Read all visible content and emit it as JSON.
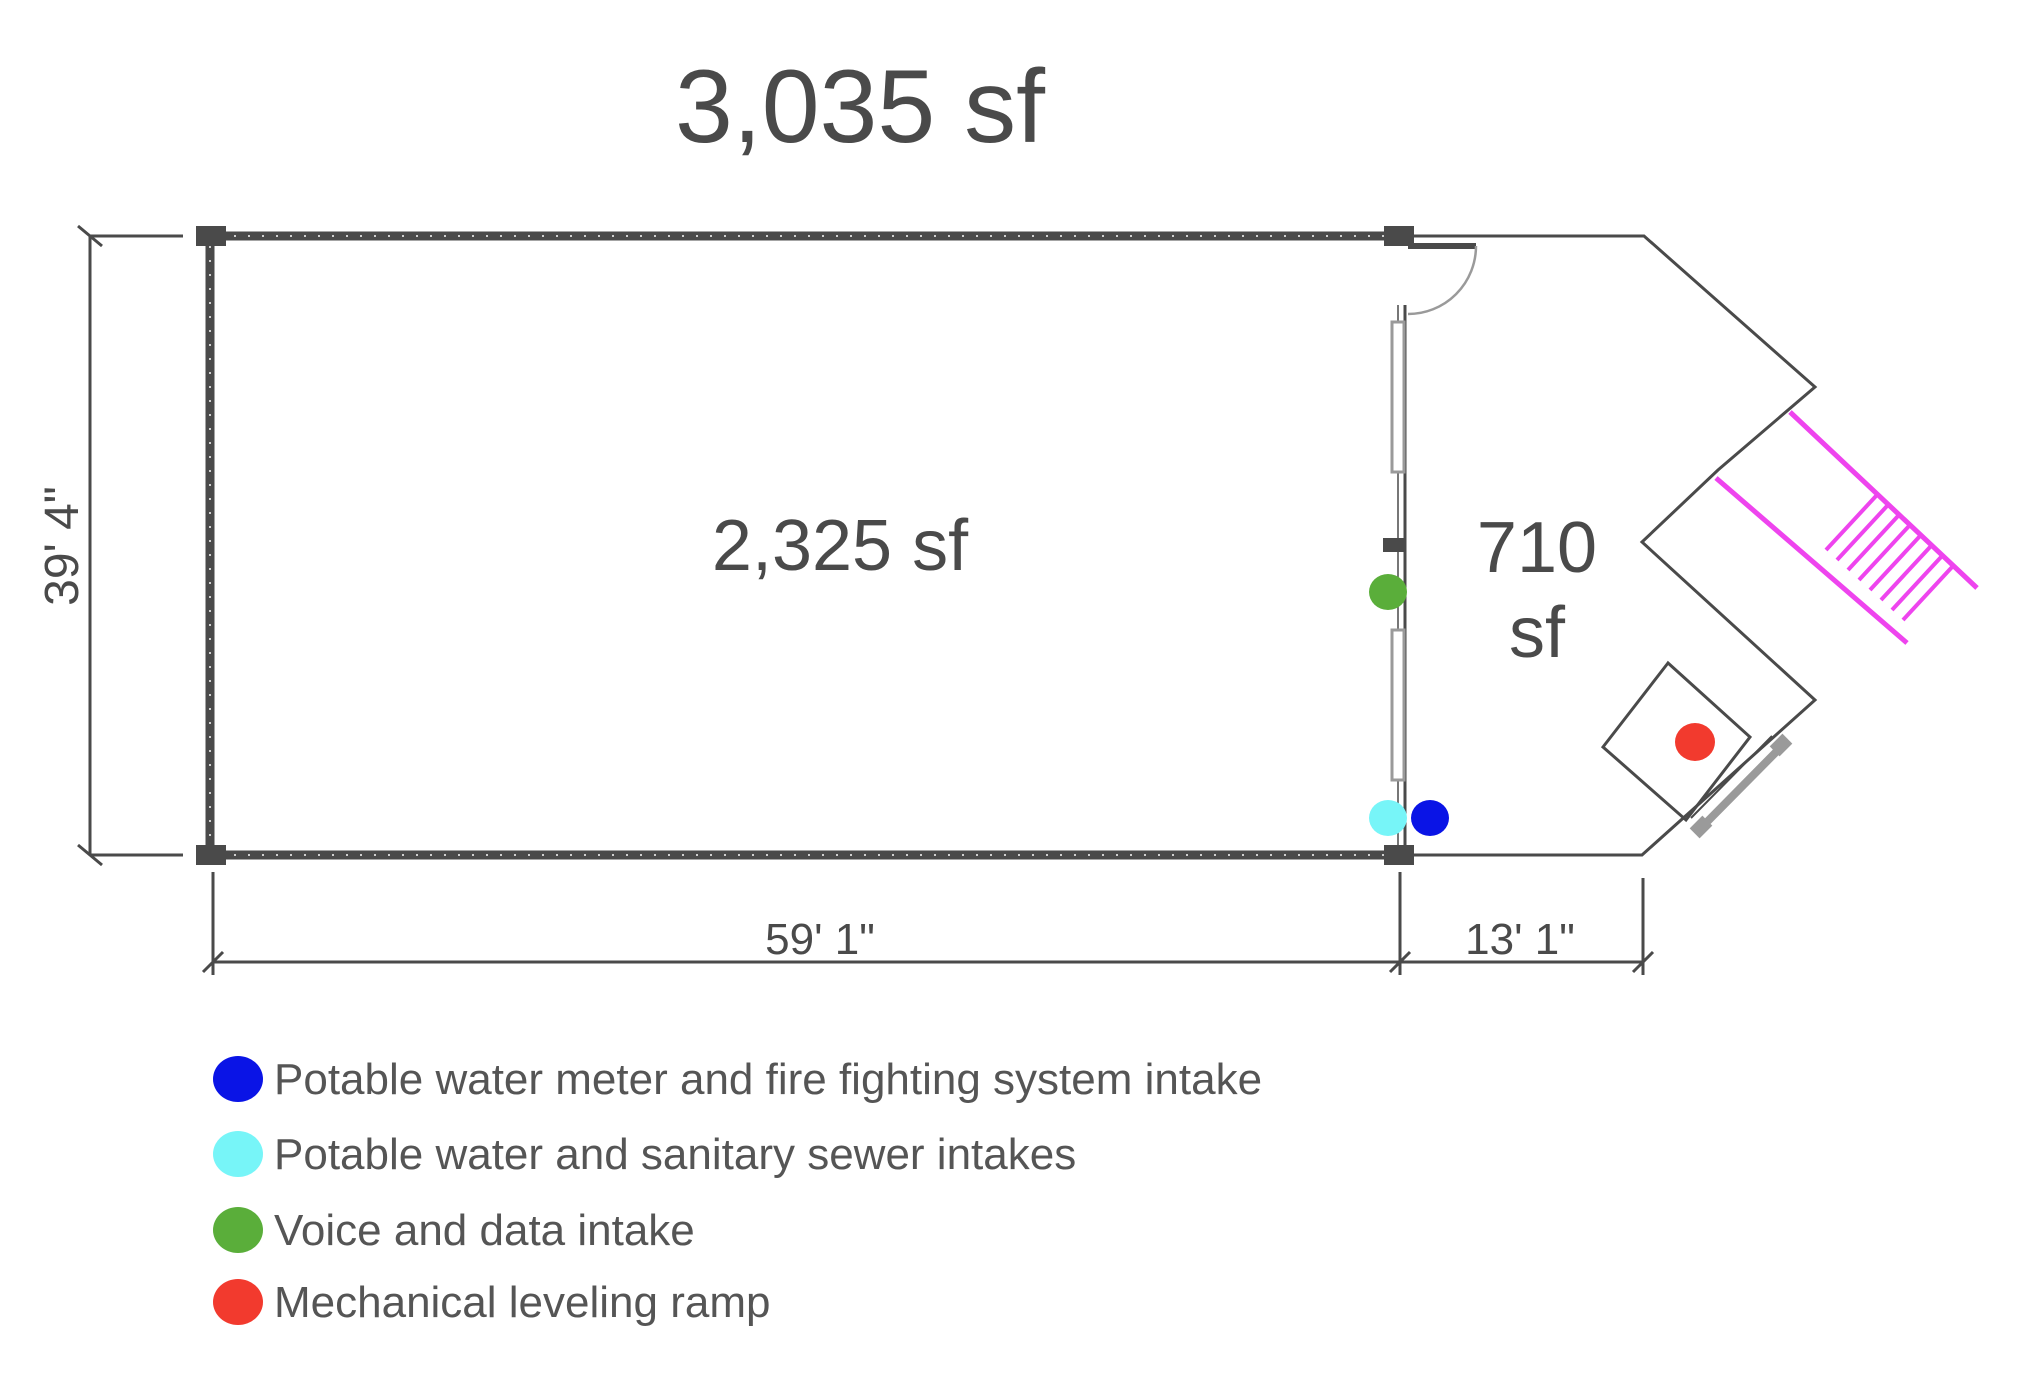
{
  "plan": {
    "total_area": "3,035 sf",
    "main_room_area": "2,325 sf",
    "annex_area_line1": "710",
    "annex_area_line2": "sf",
    "dim_height": "39' 4\"",
    "dim_main_width": "59' 1\"",
    "dim_annex_width": "13' 1\""
  },
  "colors": {
    "wall": "#4a4a4a",
    "window": "#9a9a9a",
    "stairs": "#ee44ee",
    "marker_potable_fire": "#0a14e6",
    "marker_potable_sewer": "#77f5f8",
    "marker_voice_data": "#5aae3a",
    "marker_ramp": "#f23a2e"
  },
  "legend": [
    {
      "label": "Potable water meter and fire fighting system intake",
      "color": "#0a14e6"
    },
    {
      "label": "Potable water and sanitary sewer intakes",
      "color": "#77f5f8"
    },
    {
      "label": "Voice and data intake",
      "color": "#5aae3a"
    },
    {
      "label": "Mechanical leveling ramp",
      "color": "#f23a2e"
    }
  ]
}
